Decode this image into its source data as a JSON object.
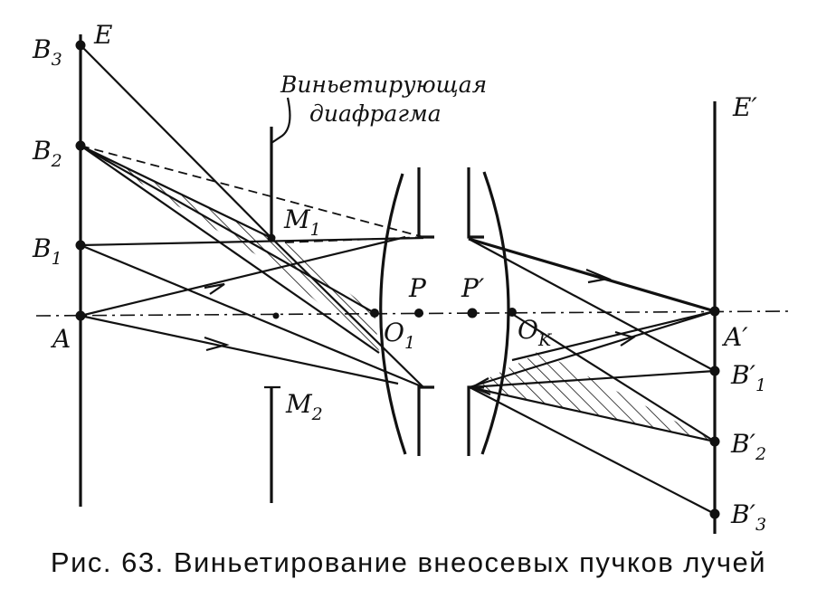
{
  "labels": {
    "E": "E",
    "E_prime": "E",
    "B3": "B",
    "B2": "B",
    "B1": "B",
    "A": "A",
    "M1": "M",
    "M2": "M",
    "P": "P",
    "P_prime": "P",
    "O1": "O",
    "OK": "O",
    "A_prime": "A",
    "B1_prime": "B",
    "B2_prime": "B",
    "B3_prime": "B"
  },
  "subscripts": {
    "B3": "3",
    "B2": "2",
    "B1": "1",
    "M1": "1",
    "M2": "2",
    "O1": "1",
    "OK": "K",
    "B1_prime": "1",
    "B2_prime": "2",
    "B3_prime": "3"
  },
  "primes": {
    "E_prime": "′",
    "P_prime": "′",
    "A_prime": "′",
    "B1_prime": "′",
    "B2_prime": "′",
    "B3_prime": "′"
  },
  "annotation": {
    "line1": "Виньетирующая",
    "line2": "диафрагма"
  },
  "caption": "Рис. 63. Виньетирование внеосевых пучков лучей"
}
